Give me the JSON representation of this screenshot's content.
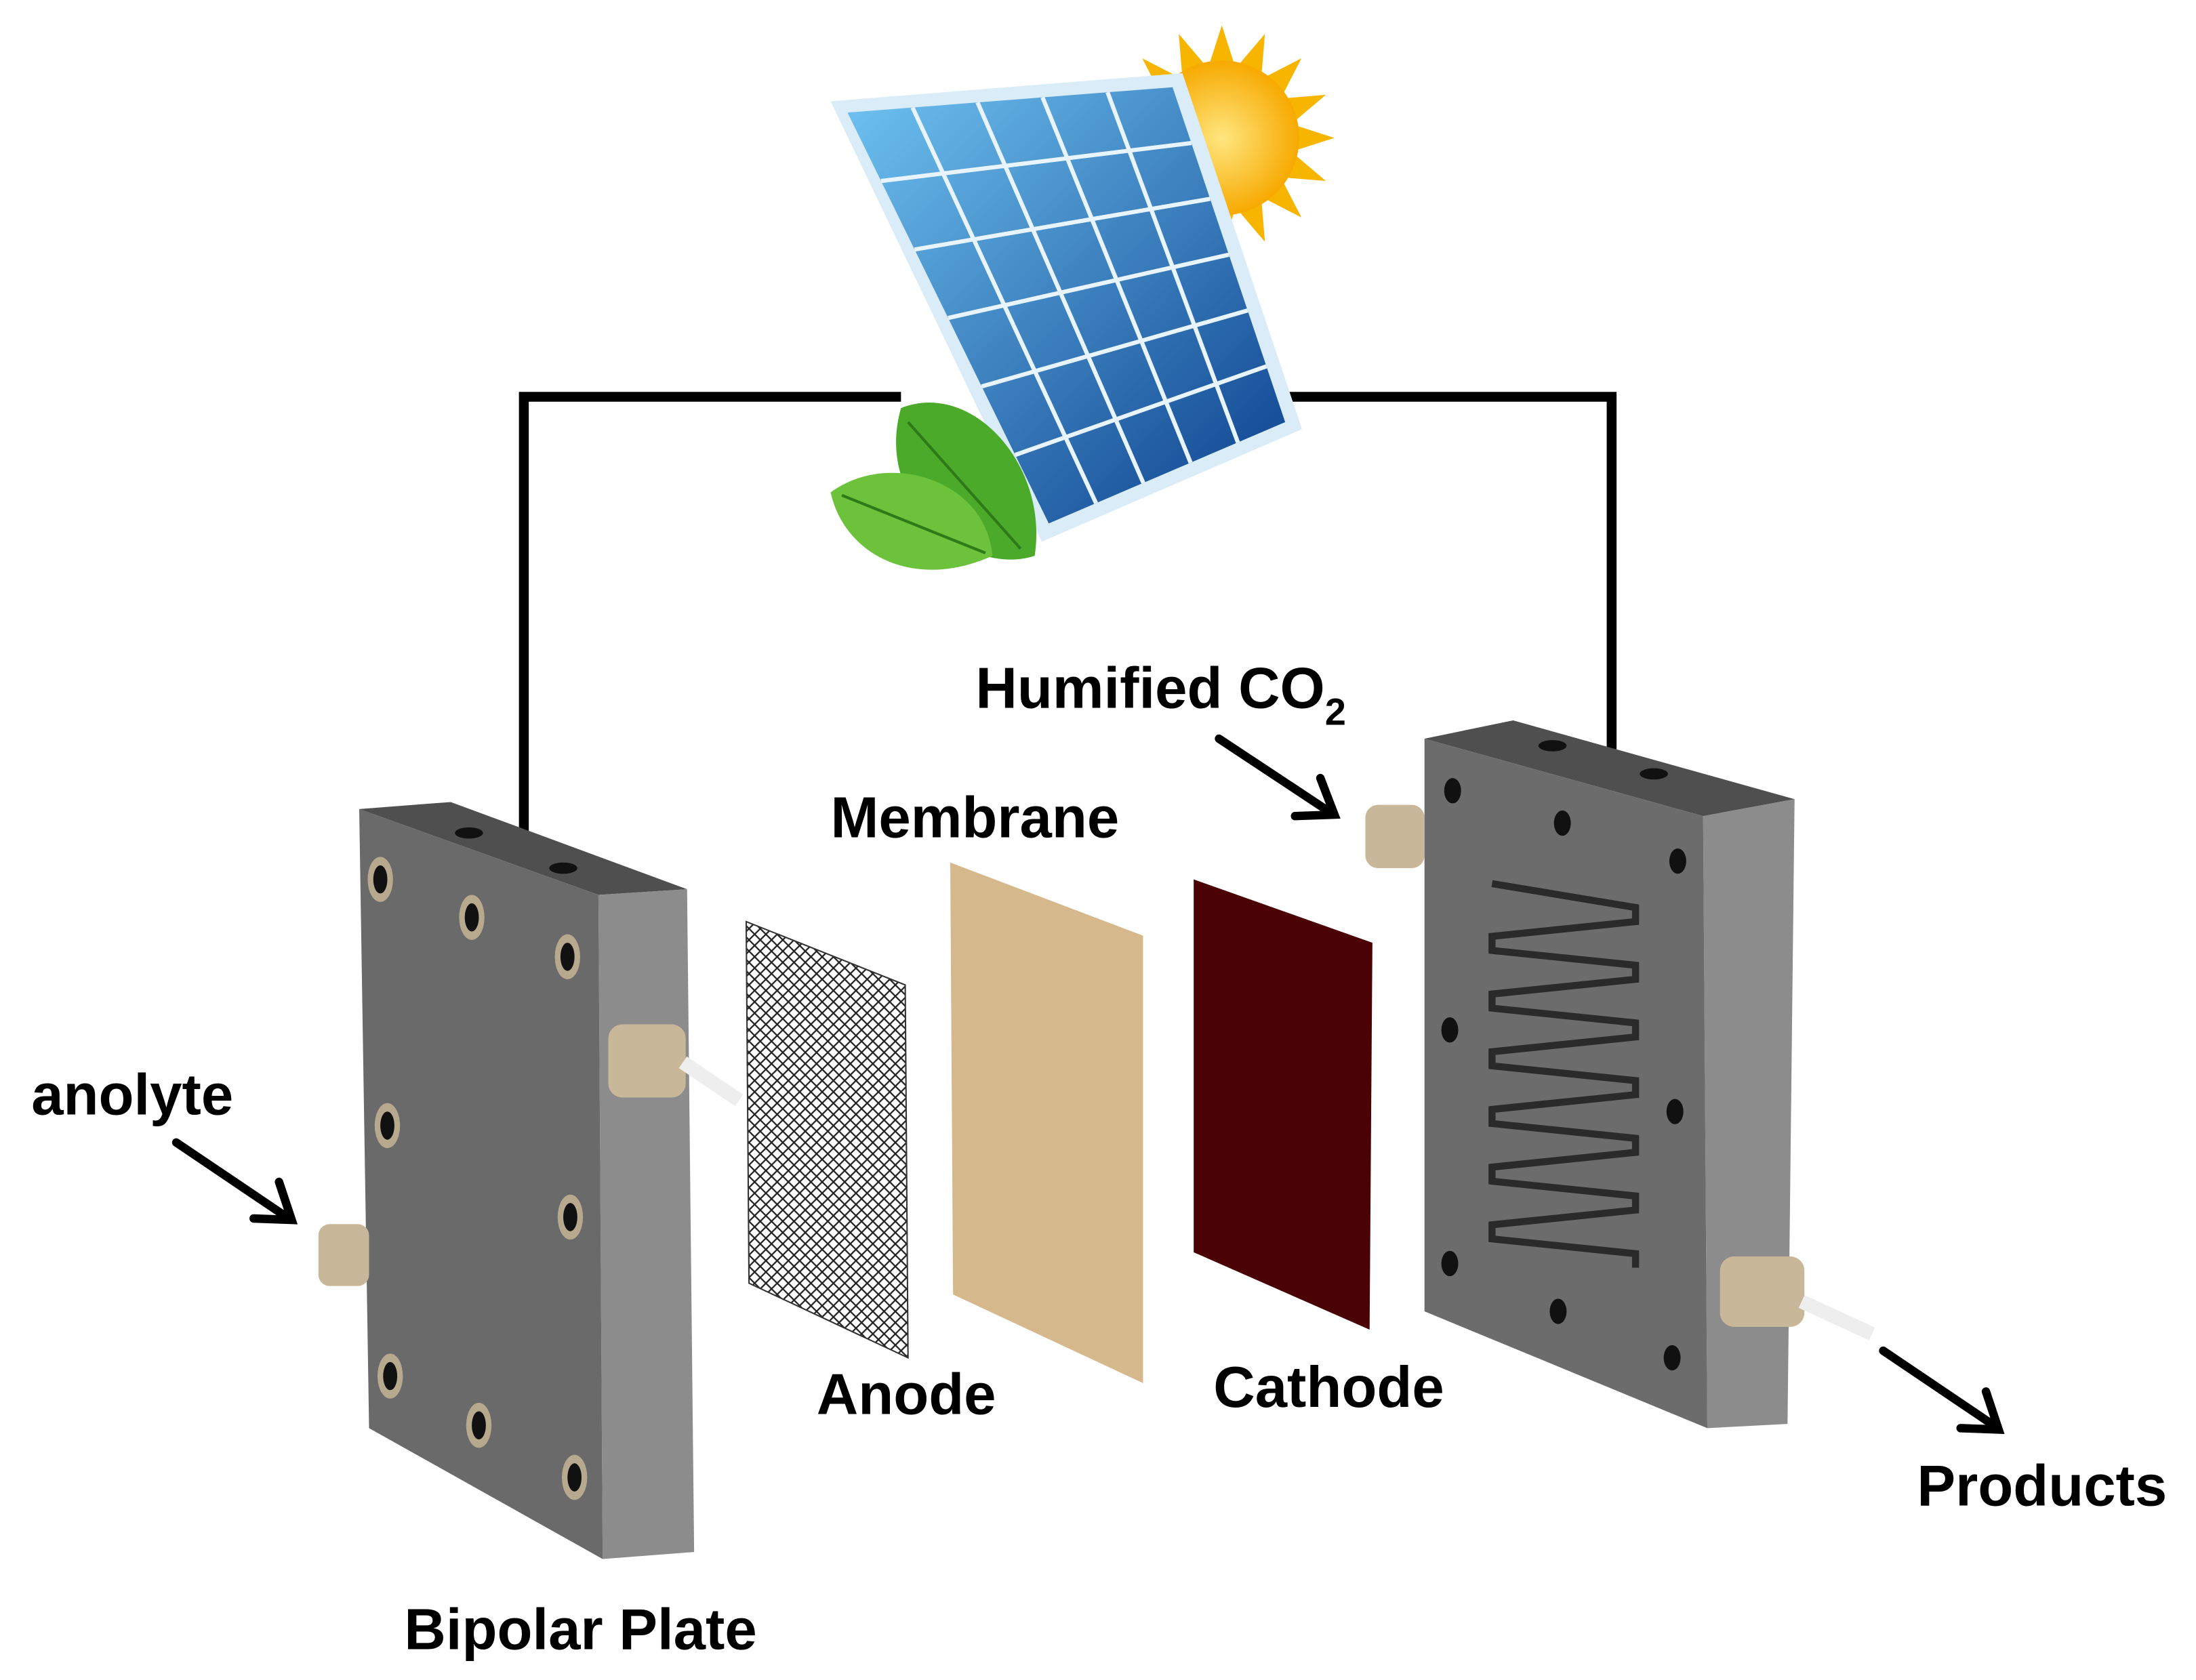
{
  "labels": {
    "humified_co2": "Humified CO",
    "humified_co2_subscript": "2",
    "membrane": "Membrane",
    "anolyte": "anolyte",
    "anode": "Anode",
    "cathode": "Cathode",
    "products": "Products",
    "bipolar_plate": "Bipolar Plate"
  },
  "colors": {
    "plate_front": "#6a6a6a",
    "plate_side": "#8c8c8c",
    "membrane": "#d5b98c",
    "cathode": "#4a0204",
    "fitting": "#c9b79a",
    "wire": "#000000"
  }
}
